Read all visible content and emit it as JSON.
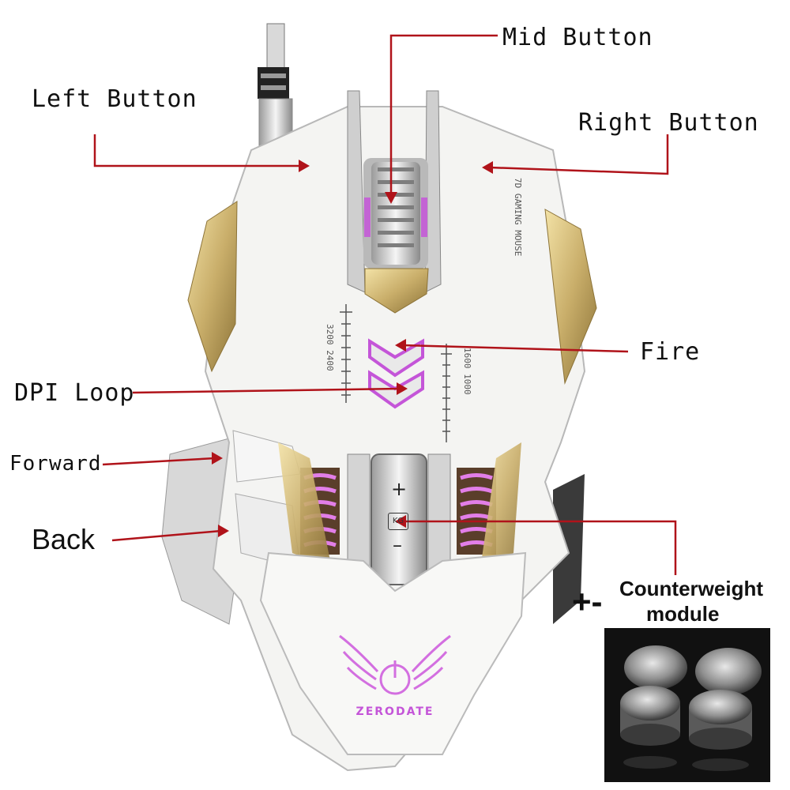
{
  "labels": {
    "mid_button": "Mid Button",
    "left_button": "Left Button",
    "right_button": "Right Button",
    "fire": "Fire",
    "dpi_loop": "DPI Loop",
    "forward": "Forward",
    "back": "Back",
    "plus_minus": "+-",
    "counterweight_line1": "Counterweight",
    "counterweight_line2": "module"
  },
  "mouse_text": {
    "brand": "ZERODATE",
    "side_print": "7D GAMING MOUSE",
    "dpi_scale_left": "3200 2400",
    "dpi_scale_right": "1600 1000",
    "weight_plus": "+",
    "weight_minus": "–",
    "weight_icon": "KG"
  },
  "colors": {
    "arrow": "#b0131a",
    "mouse_body": "#f4f4f2",
    "gold": "#c9ae6a",
    "led": "#c455d8"
  },
  "icons": {
    "logo": "winged-power-logo-icon",
    "weight": "kg-weight-icon"
  }
}
